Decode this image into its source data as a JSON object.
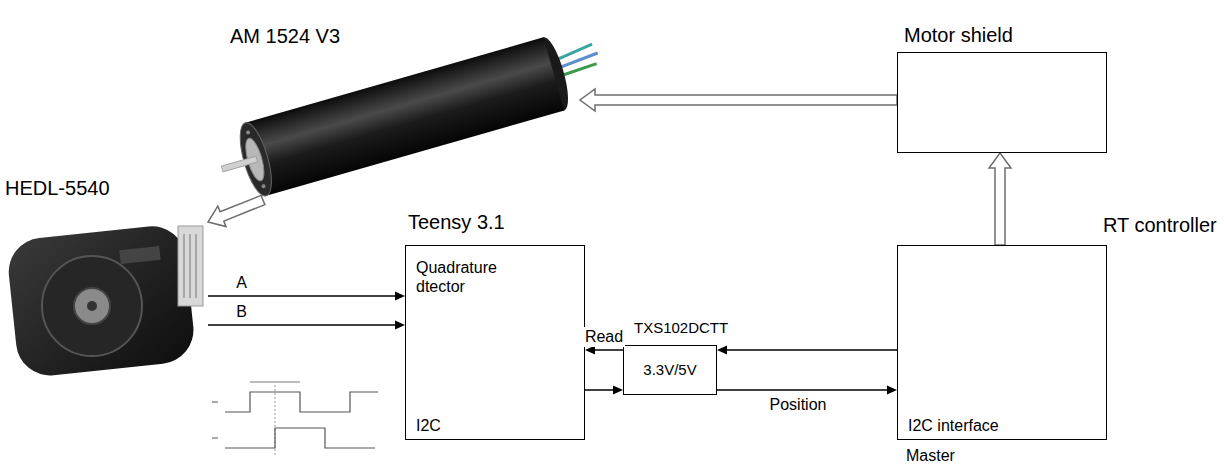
{
  "diagram": {
    "nodes": [
      {
        "text": [
          "AM 1524 V3"
        ]
      },
      {
        "text": [
          "Motor shield"
        ]
      },
      {
        "text": [
          "HEDL-5540"
        ]
      },
      {
        "text": [
          "Teensy 3.1",
          "Quadrature dtector",
          "I2C"
        ]
      },
      {
        "text": [
          "TXS102DCTT",
          "3.3V/5V"
        ]
      },
      {
        "text": [
          "RT controller",
          "I2C interface",
          "Master"
        ]
      }
    ],
    "edges": [
      {
        "from": 1,
        "to": 0,
        "arrow": "to"
      },
      {
        "from": 5,
        "to": 1,
        "arrow": "to"
      },
      {
        "from": 0,
        "to": 2,
        "arrow": "to"
      },
      {
        "from": 2,
        "to": 3,
        "label": "A",
        "arrow": "to"
      },
      {
        "from": 2,
        "to": 3,
        "label": "B",
        "arrow": "to"
      },
      {
        "from": 4,
        "to": 3,
        "label": "Read",
        "arrow": "to"
      },
      {
        "from": 3,
        "to": 4,
        "arrow": "to"
      },
      {
        "from": 5,
        "to": 4,
        "arrow": "to"
      },
      {
        "from": 4,
        "to": 5,
        "label": "Position",
        "arrow": "to"
      }
    ]
  }
}
